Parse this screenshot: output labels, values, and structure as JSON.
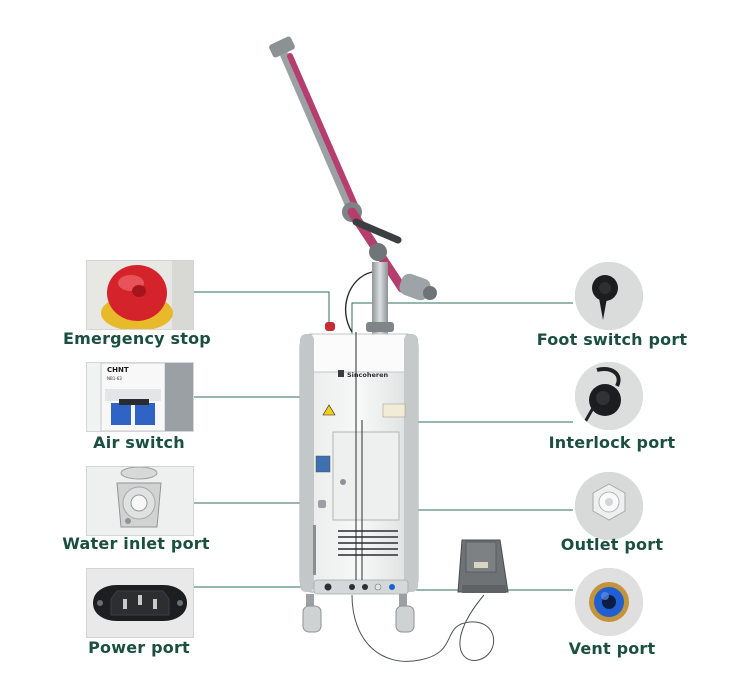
{
  "left_labels": {
    "emergency_stop": "Emergency stop",
    "air_switch": "Air switch",
    "water_inlet_port": "Water inlet port",
    "power_port": "Power port"
  },
  "right_labels": {
    "foot_switch_port": "Foot switch port",
    "interlock_port": "Interlock port",
    "outlet_port": "Outlet port",
    "vent_port": "Vent port"
  },
  "device": {
    "brand": "Sincoheren"
  },
  "breaker": {
    "brand": "CHNT",
    "model": "NB1-63"
  },
  "colors": {
    "label": "#1b4f3f",
    "leader_line": "#2e6e5e",
    "arm_accent": "#b63e6e",
    "estop_red": "#d4232b",
    "vent_blue": "#1f5fd1"
  },
  "icons": {
    "emergency_stop": "emergency-stop-button-icon",
    "air_switch": "circuit-breaker-icon",
    "water_inlet": "water-inlet-connector-icon",
    "power": "iec-power-socket-icon",
    "foot_switch": "foot-switch-connector-icon",
    "interlock": "interlock-connector-icon",
    "outlet": "outlet-fitting-icon",
    "vent": "vent-fitting-icon"
  }
}
